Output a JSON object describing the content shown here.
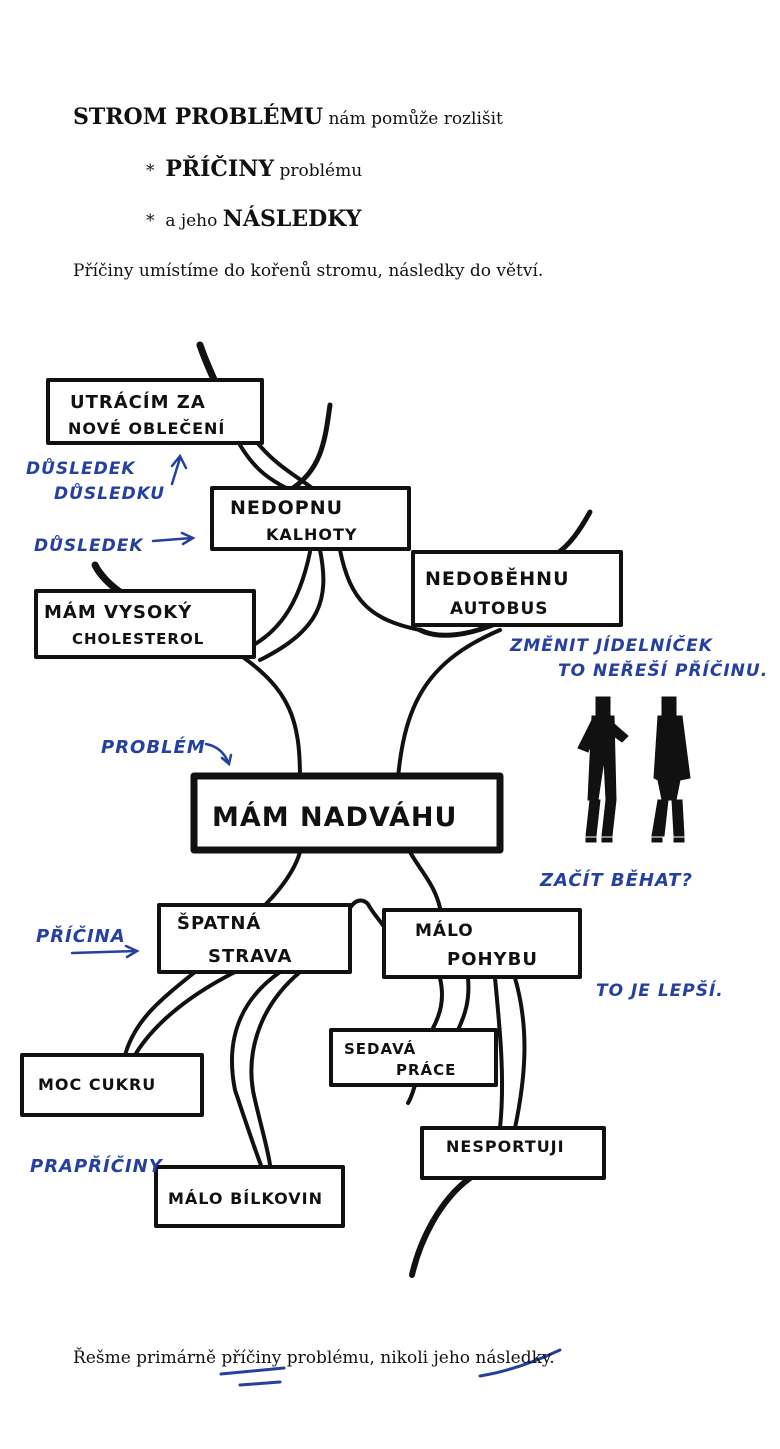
{
  "header": {
    "intro_bold": "STROM PROBLÉMU",
    "intro_rest": " nám pomůže rozlišit",
    "bullet1_mark": "*",
    "bullet1_bold": "PŘÍČINY",
    "bullet1_rest": " problému",
    "bullet2_mark": "*",
    "bullet2_pre": "a jeho ",
    "bullet2_bold": "NÁSLEDKY",
    "note": "Příčiny umístíme do kořenů stromu, následky do větví."
  },
  "boxes": {
    "utracim_1": "UTRÁCÍM ZA",
    "utracim_2": "NOVÉ OBLEČENÍ",
    "nedopnu_1": "NEDOPNU",
    "nedopnu_2": "KALHOTY",
    "nedobehnu_1": "NEDOBĚHNU",
    "nedobehnu_2": "AUTOBUS",
    "cholesterol_1": "MÁM VYSOKÝ",
    "cholesterol_2": "CHOLESTEROL",
    "problem": "MÁM NADVÁHU",
    "strava_1": "ŠPATNÁ",
    "strava_2": "STRAVA",
    "pohyb_1": "MÁLO",
    "pohyb_2": "POHYBU",
    "cukru": "MOC CUKRU",
    "bilkovin": "MÁLO BÍLKOVIN",
    "sedava_1": "SEDAVÁ",
    "sedava_2": "PRÁCE",
    "nesportuji": "NESPORTUJI"
  },
  "annotations": {
    "dusledek_dusledku_1": "DŮSLEDEK",
    "dusledek_dusledku_2": "DŮSLEDKU",
    "dusledek": "DŮSLEDEK",
    "zmenit_1": "ZMĚNIT JÍDELNÍČEK",
    "zmenit_2": "TO NEŘEŠÍ PŘÍČINU.",
    "problem_label": "PROBLÉM",
    "zacit_behat": "ZAČÍT BĚHAT?",
    "pricina": "PŘÍČINA",
    "to_je_lepsi": "TO JE LEPŠÍ.",
    "prapriciny": "PRAPŘÍČINY"
  },
  "footer": {
    "pre": "Řešme primárně ",
    "priciny": "příčiny",
    "mid": " problému, nikoli jeho ",
    "nasledky": "následky",
    "end": "."
  },
  "colors": {
    "ink": "#111111",
    "annotation": "#2540a0"
  }
}
